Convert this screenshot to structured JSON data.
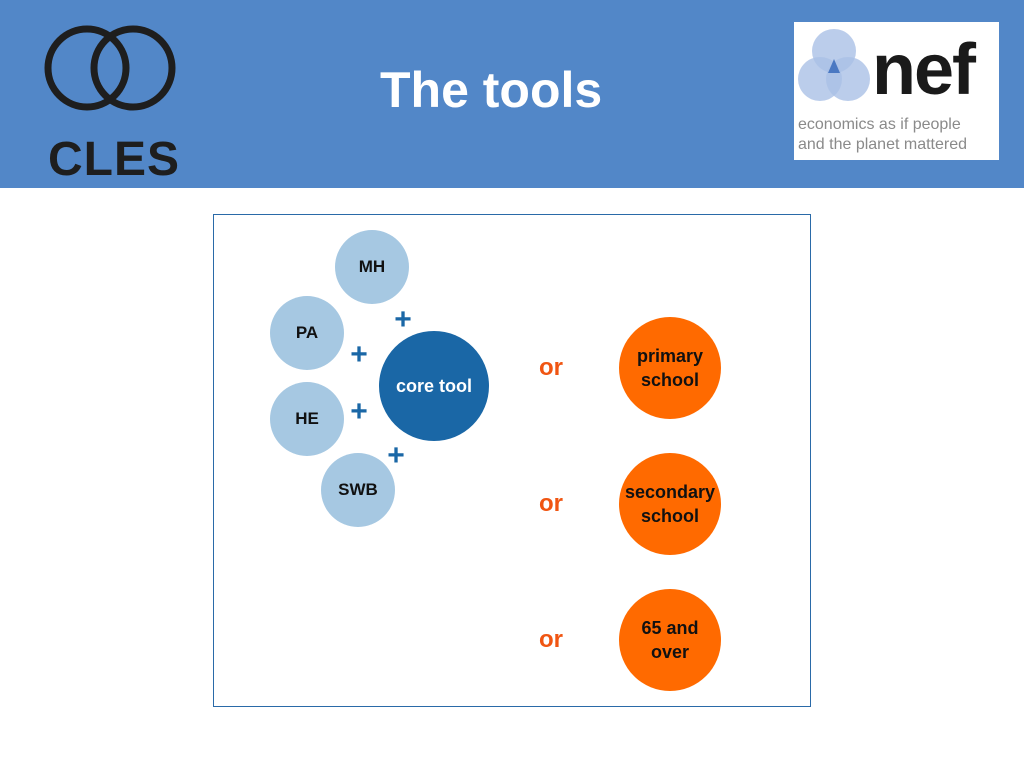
{
  "header": {
    "title": "The tools",
    "cles_logo_text": "CLES",
    "nef_logo": {
      "word": "nef",
      "tagline_line1": "economics as if people",
      "tagline_line2": "and the planet mattered"
    }
  },
  "diagram": {
    "modules": [
      "MH",
      "PA",
      "HE",
      "SWB"
    ],
    "core": "core tool",
    "plus": "+",
    "connector": "or",
    "populations": [
      {
        "line1": "primary",
        "line2": "school"
      },
      {
        "line1": "secondary",
        "line2": "school"
      },
      {
        "line1": "65 and",
        "line2": "over"
      }
    ]
  },
  "colors": {
    "header_bg": "#5287c8",
    "module_fill": "#a6c8e2",
    "core_fill": "#1a67a6",
    "population_fill": "#ff6a00",
    "or_text": "#f05512"
  }
}
